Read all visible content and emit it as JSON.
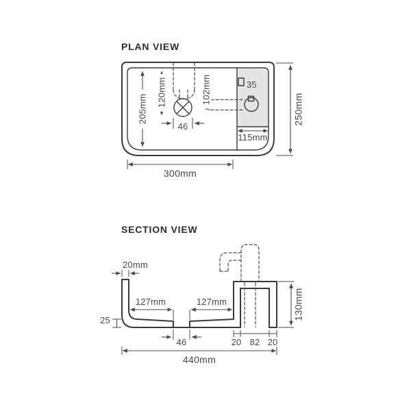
{
  "colors": {
    "background": "#ffffff",
    "line": "#3a3a3a",
    "dimension": "#4a4a4a",
    "shaded_area": "#e4e4e4",
    "title_text": "#2d2d2d"
  },
  "plan_view": {
    "title": "PLAN VIEW",
    "labels": {
      "depth205": "205mm",
      "offset120": "120mm",
      "offset102": "102mm",
      "drain46": "46",
      "hole35": "35",
      "shelf115": "115mm",
      "overall250": "250mm",
      "width300": "300mm"
    }
  },
  "section_view": {
    "title": "SECTION VIEW",
    "labels": {
      "wall20": "20mm",
      "left127": "127mm",
      "right127": "127mm",
      "base25": "25",
      "drain46": "46",
      "seg20a": "20",
      "seg82": "82",
      "seg20b": "20",
      "height130": "130mm",
      "width440": "440mm"
    }
  }
}
